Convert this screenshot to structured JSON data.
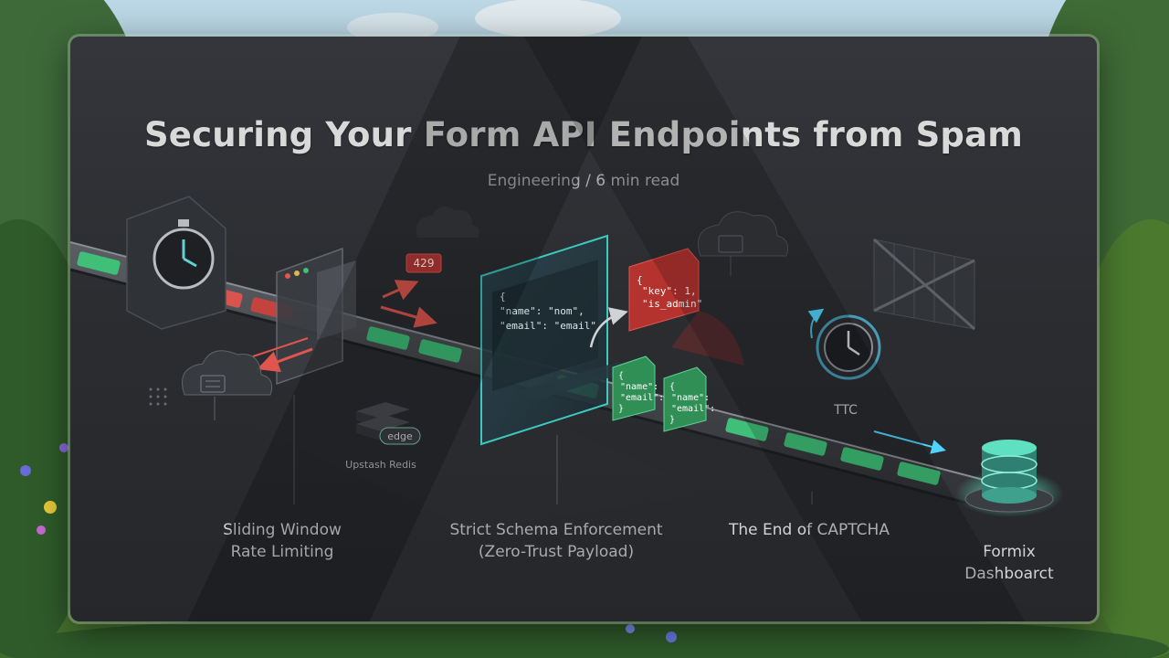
{
  "title": "Securing Your Form API Endpoints from Spam",
  "subtitle": "Engineering / 6 min read",
  "sections": {
    "rate_limiting": {
      "line1": "Sliding Window",
      "line2": "Rate Limiting"
    },
    "schema": {
      "line1": "Strict Schema Enforcement",
      "line2": "(Zero-Trust Payload)"
    },
    "captcha": {
      "line1": "The End of CAPTCHA"
    },
    "dashboard": {
      "line1": "Formix",
      "line2": "Dashboarct"
    }
  },
  "illustration": {
    "status_code": "429",
    "edge_badge": "edge",
    "redis_label": "Upstash Redis",
    "ttc_label": "TTC",
    "payload_valid_lines": [
      "{",
      "\"name\": \"nom\",",
      "\"email\": \"email\""
    ],
    "payload_malicious_lines": [
      "{",
      "\"key\": 1,",
      "\"is_admin\""
    ],
    "doc_lines": [
      "{",
      "\"name\":",
      "\"email\":",
      "}"
    ]
  },
  "colors": {
    "accent_green": "#3fbf78",
    "accent_red": "#d9534f",
    "glow_cyan": "#3fd2c7",
    "card_bg": "#2b2d31"
  }
}
